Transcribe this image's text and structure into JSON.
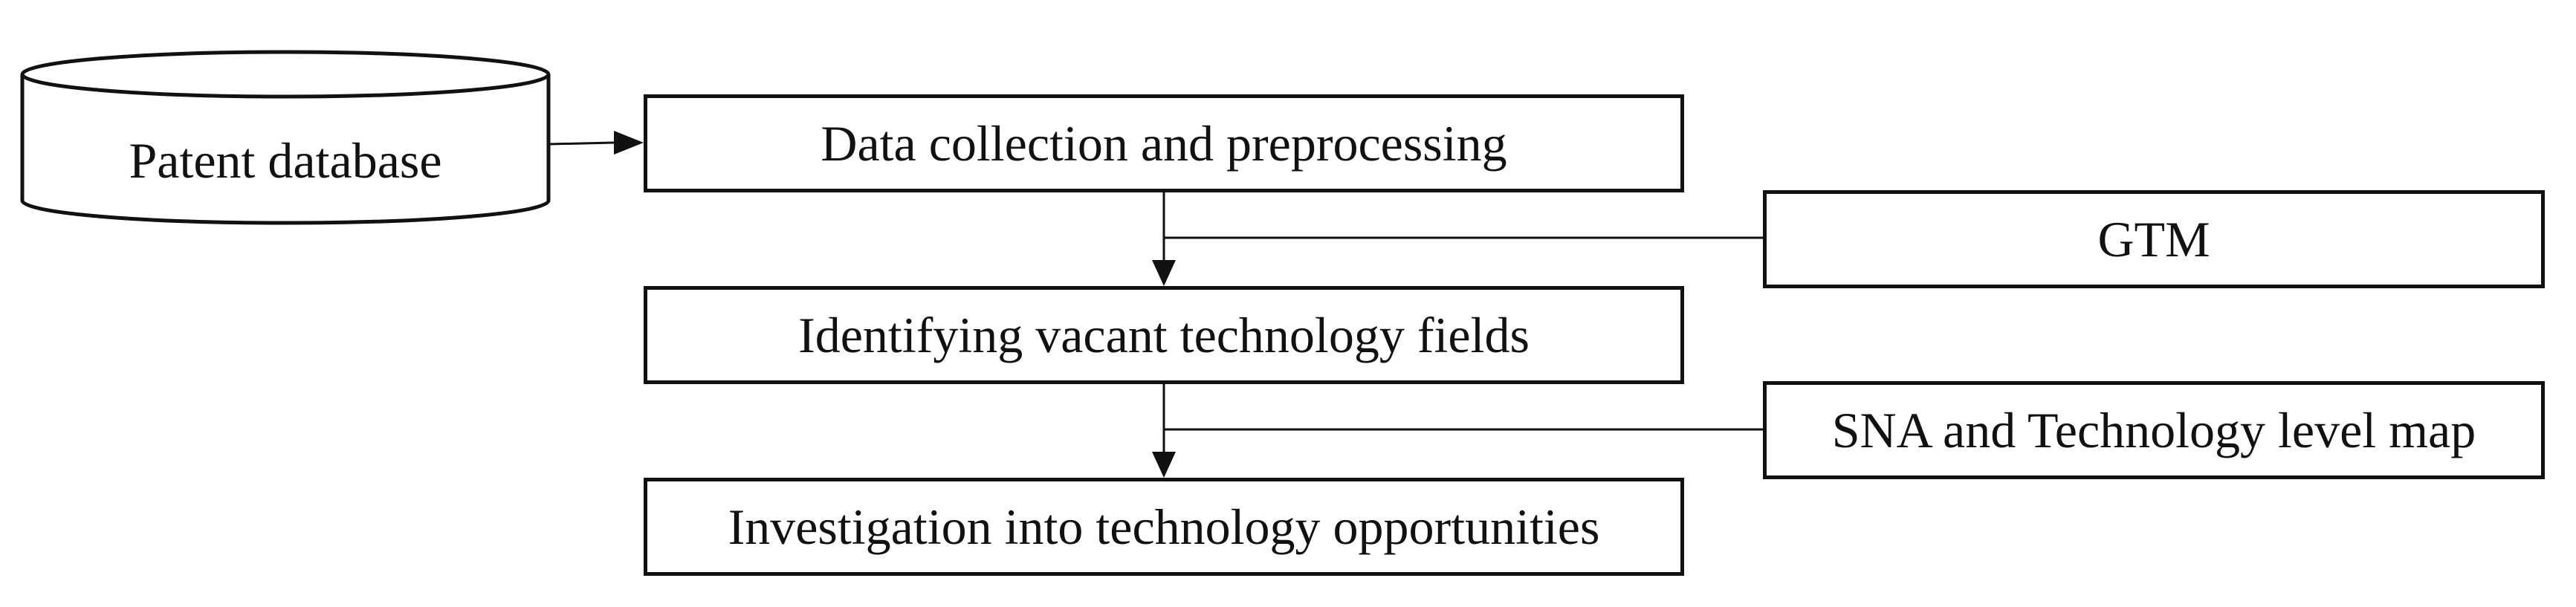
{
  "diagram": {
    "database": {
      "label": "Patent database"
    },
    "steps": [
      {
        "label": "Data collection and preprocessing"
      },
      {
        "label": "Identifying vacant technology fields"
      },
      {
        "label": "Investigation into technology opportunities"
      }
    ],
    "methods": [
      {
        "label": "GTM"
      },
      {
        "label": "SNA and Technology level map"
      }
    ]
  }
}
